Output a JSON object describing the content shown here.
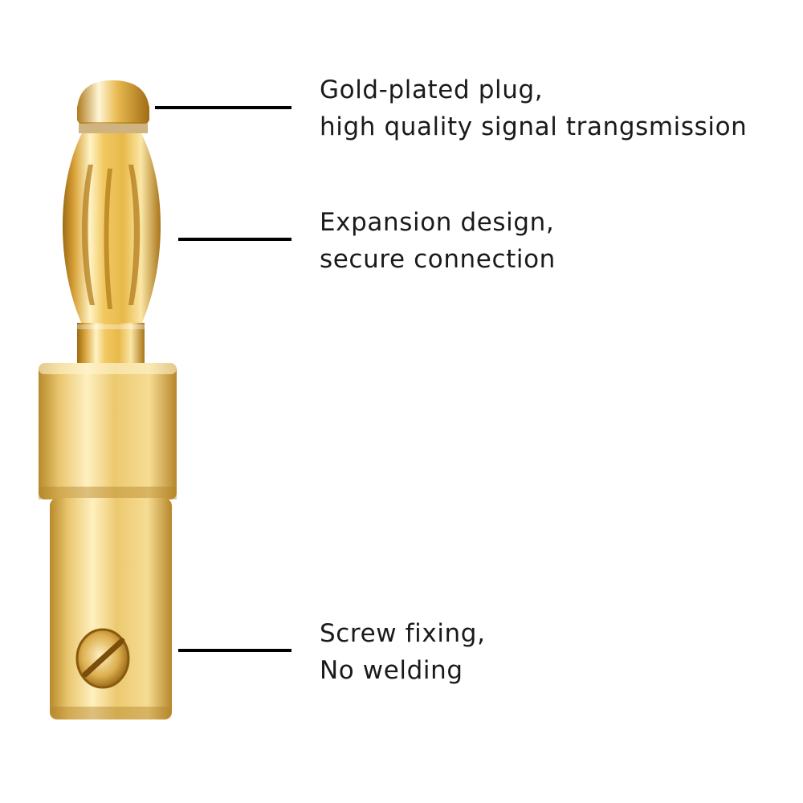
{
  "colors": {
    "background": "#ffffff",
    "text": "#1a1a1a",
    "leader_line": "#000000",
    "gold_light": "#fff1b8",
    "gold_mid": "#e6b53c",
    "gold_dark": "#a8741a"
  },
  "image": {
    "subject": "gold-plated banana plug connector",
    "icon": "banana-plug-icon"
  },
  "callouts": [
    {
      "line1": "Gold-plated plug,",
      "line2": "high quality signal trangsmission"
    },
    {
      "line1": "Expansion design,",
      "line2": "secure connection"
    },
    {
      "line1": "Screw fixing,",
      "line2": "No welding"
    }
  ]
}
